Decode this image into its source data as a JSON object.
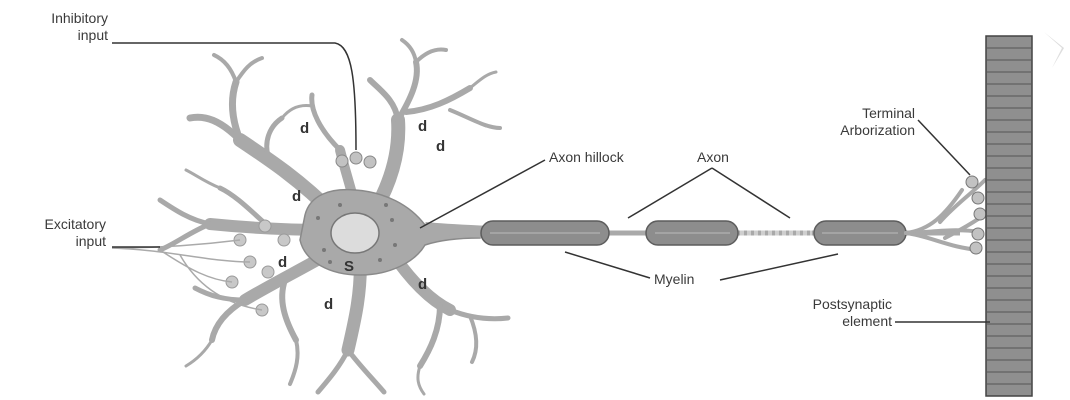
{
  "labels": {
    "inhibitory": "Inhibitory\ninput",
    "excitatory": "Excitatory\ninput",
    "axon_hillock": "Axon hillock",
    "axon": "Axon",
    "terminal": "Terminal\nArborization",
    "myelin": "Myelin",
    "postsynaptic": "Postsynaptic\nelement",
    "soma": "S",
    "dendrite": "d"
  },
  "colors": {
    "neuron_fill": "#a9a9a9",
    "neuron_edge": "#8a8a8a",
    "myelin_fill": "#8d8d8d",
    "myelin_edge": "#5d5d5d",
    "nucleus_fill": "#dcdcdc",
    "post_fill": "#8f8f8f",
    "leader": "#333333"
  },
  "icons": {
    "corner_arrow": "chevron-right-icon"
  }
}
